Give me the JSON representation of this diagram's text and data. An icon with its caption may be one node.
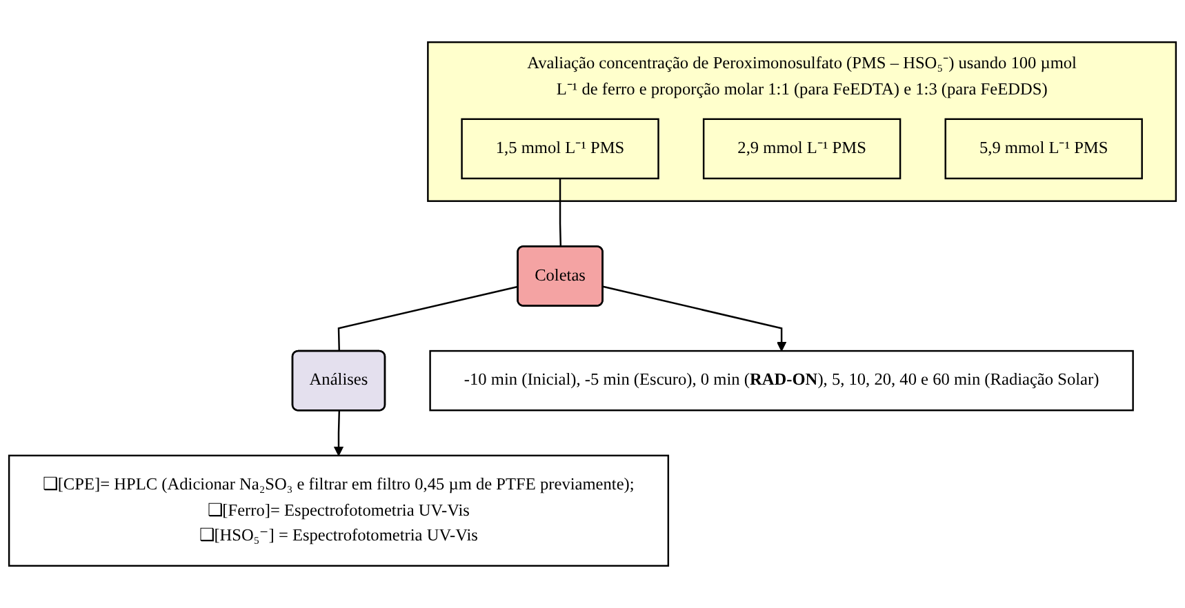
{
  "diagram": {
    "nodes": [
      {
        "text": [
          "Avaliação concentração de Peroximonosulfato (PMS – HSO₅⁻) usando 100 µmol L⁻¹ de ferro e proporção molar 1:1 (para FeEDTA) e 1:3 (para FeEDDS)"
        ]
      },
      {
        "text": [
          "1,5 mmol L⁻¹ PMS"
        ],
        "in": 0
      },
      {
        "text": [
          "2,9 mmol L⁻¹ PMS"
        ],
        "in": 0
      },
      {
        "text": [
          "5,9 mmol L⁻¹ PMS"
        ],
        "in": 0
      },
      {
        "text": [
          "Coletas"
        ]
      },
      {
        "text": [
          "Análises"
        ]
      },
      {
        "text": [
          "-10 min (Inicial), -5 min (Escuro), 0 min (**RAD-ON**), 5, 10, 20, 40 e 60 min (Radiação Solar)"
        ]
      },
      {
        "text": [
          "❑[CPE]= HPLC (Adicionar Na₂SO₃ e filtrar em filtro 0,45 µm de PTFE previamente);",
          "❑[Ferro]= Espectrofotometria UV-Vis",
          "❑[HSO₅⁻] = Espectrofotometria UV-Vis"
        ]
      }
    ],
    "edges": [
      {
        "from": 1,
        "to": 4,
        "arrow": "none"
      },
      {
        "from": 4,
        "to": 5,
        "arrow": "none"
      },
      {
        "from": 4,
        "to": 6,
        "arrow": "to"
      },
      {
        "from": 5,
        "to": 7,
        "arrow": "to"
      }
    ]
  }
}
